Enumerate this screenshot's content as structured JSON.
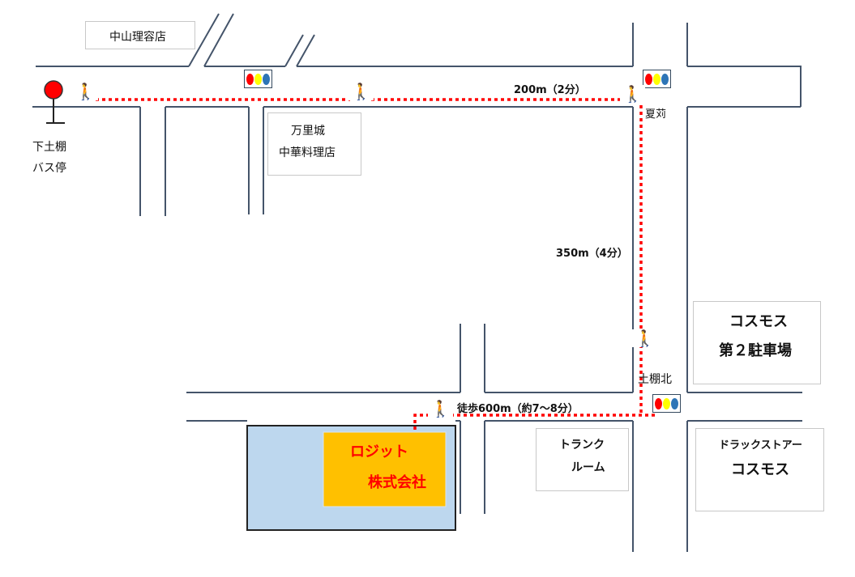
{
  "landmarks": {
    "nakayama": "中山理容店",
    "banrijo_1": "万里城",
    "banrijo_2": "中華料理店",
    "bus_stop_1": "下土棚",
    "bus_stop_2": "バス停",
    "natsugari": "夏苅",
    "tsuchidana_kita": "土棚北",
    "parking_1": "コスモス",
    "parking_2": "第２駐車場",
    "trunk_1": "トランク",
    "trunk_2": "ルーム",
    "drug_1": "ドラックストアー",
    "drug_2": "コスモス",
    "company_1": "ロジット",
    "company_2": "株式会社"
  },
  "route": {
    "segment1": "200m（2分）",
    "segment2": "350m（4分）",
    "total": "徒歩600m（約7〜8分）"
  },
  "colors": {
    "route": "#ff0000",
    "company_fill": "#ffc000",
    "lot_fill": "#bdd7ee",
    "company_text": "#ff0000",
    "road": "#44546a"
  },
  "icons": {
    "walker": "pedestrian-icon",
    "signal": "traffic-signal-icon",
    "bus": "bus-stop-icon"
  }
}
